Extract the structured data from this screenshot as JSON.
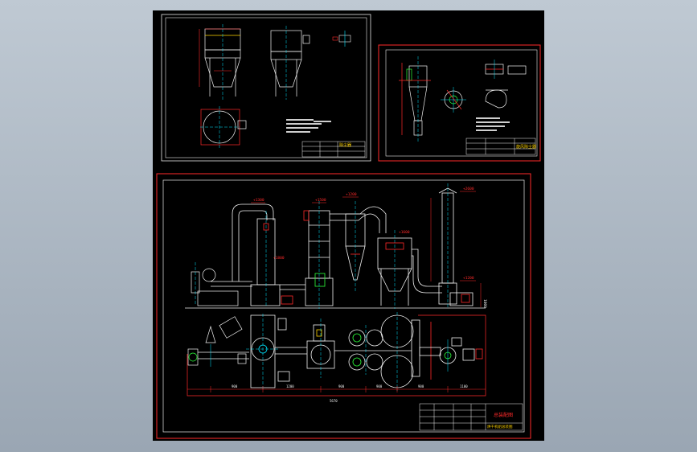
{
  "sheets": {
    "top_left": {
      "title_block_label": "除尘器",
      "note_label": "技术要求"
    },
    "top_right": {
      "title_block_label": "旋风除尘器",
      "note_label": "技术要求"
    },
    "main": {
      "elevations": [
        "+1300",
        "+1500",
        "+1200",
        "+1800",
        "+2600",
        "+1600",
        "+1200"
      ],
      "dim_labels": [
        "900",
        "1200",
        "900",
        "900",
        "900",
        "1100"
      ],
      "total_dim": "5670",
      "side_dim": "1000",
      "title_block_label": "总装配图",
      "title_block_sub": "烘干机组总装图"
    }
  },
  "colors": {
    "canvas": "#000000",
    "frame": "#e8e8e8",
    "red": "#ff2a2a",
    "cyan": "#00e5ff",
    "green": "#2cff3a",
    "yellow": "#ffd400",
    "magenta": "#ff40ff",
    "white": "#f2f2f2"
  }
}
